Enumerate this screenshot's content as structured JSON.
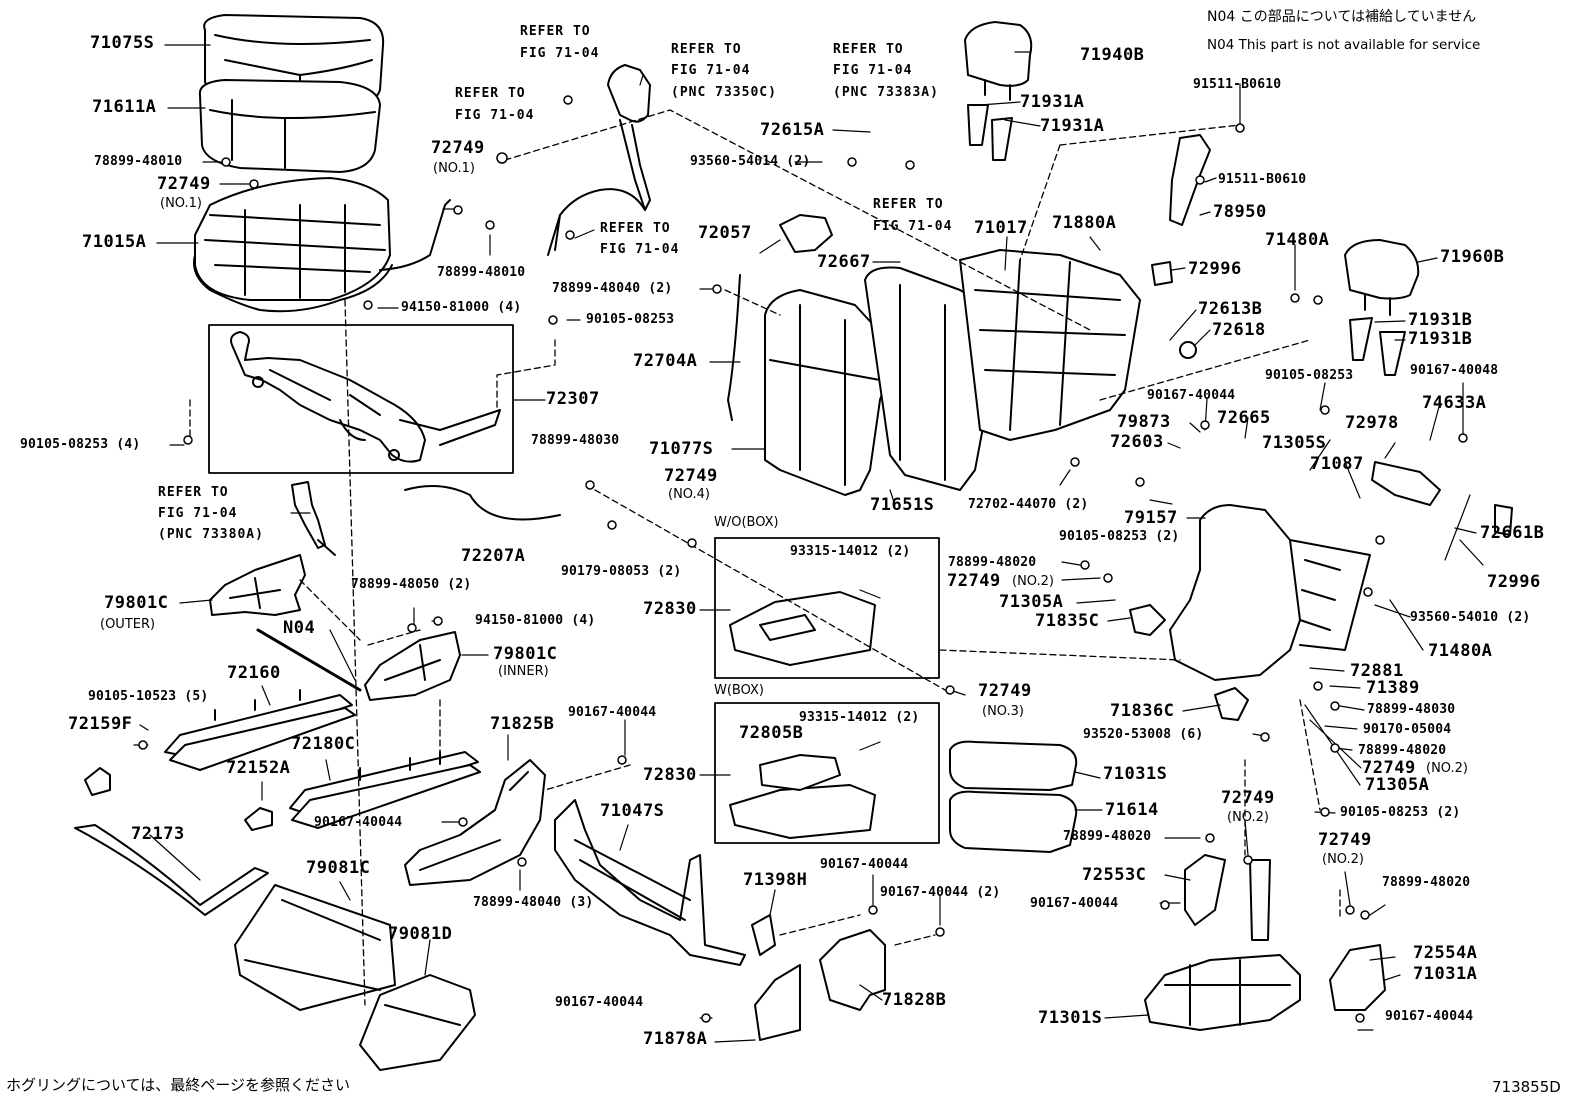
{
  "notes": {
    "n04_jp": "N04 この部品については補給していません",
    "n04_en": "N04 This part is not available for service",
    "footer_jp": "ホグリングについては、最終ページを参照ください",
    "figure_code": "713855D"
  },
  "refs": {
    "fig_top_a": [
      "REFER TO",
      "FIG 71-04"
    ],
    "fig_top_b": [
      "REFER TO",
      "FIG 71-04"
    ],
    "fig_belt": [
      "REFER TO",
      "FIG 71-04",
      "(PNC 73350C)"
    ],
    "fig_belt_low": [
      "REFER TO",
      "FIG 71-04"
    ],
    "fig_center": [
      "REFER TO",
      "FIG 71-04",
      "(PNC 73383A)"
    ],
    "fig_mid": [
      "REFER TO",
      "FIG 71-04"
    ],
    "fig_buckle": [
      "REFER TO",
      "FIG 71-04",
      "(PNC 73380A)"
    ]
  },
  "labels": {
    "p71075S": "71075S",
    "p71611A": "71611A",
    "p78899_48010_a": "78899-48010",
    "p72749_no1_a": "72749",
    "no1_a": "(NO.1)",
    "p71015A": "71015A",
    "p72749_no1_b": "72749",
    "no1_b": "(NO.1)",
    "p78899_48010_b": "78899-48010",
    "p94150_81000_a": "94150-81000 (4)",
    "p90105_08253_a": "90105-08253",
    "p72307": "72307",
    "p90105_08253_4": "90105-08253 (4)",
    "p79801C_outer": "79801C",
    "outer": "(OUTER)",
    "pN04": "N04",
    "p78899_48050": "78899-48050 (2)",
    "p94150_81000_b": "94150-81000 (4)",
    "p79801C_inner": "79801C",
    "inner": "(INNER)",
    "p72160": "72160",
    "p90105_10523": "90105-10523 (5)",
    "p72159F": "72159F",
    "p72180C": "72180C",
    "p72152A": "72152A",
    "p72173": "72173",
    "p79081C": "79081C",
    "p79081D": "79081D",
    "p72057": "72057",
    "p78899_48040_2": "78899-48040 (2)",
    "p72704A": "72704A",
    "p78899_48030_a": "78899-48030",
    "p72749_no4": "72749",
    "no4": "(NO.4)",
    "p72207A": "72207A",
    "p90179_08053": "90179-08053 (2)",
    "p71825B": "71825B",
    "p90167_40044_a": "90167-40044",
    "p90167_40044_b": "90167-40044",
    "p71047S": "71047S",
    "p78899_48040_3": "78899-48040 (3)",
    "p71398H": "71398H",
    "p90167_40044_c": "90167-40044",
    "p90167_40044_2": "90167-40044 (2)",
    "p90167_40044_d": "90167-40044",
    "p71878A": "71878A",
    "p71828B": "71828B",
    "p72615A": "72615A",
    "p93560_54014": "93560-54014 (2)",
    "p72667": "72667",
    "p71940B": "71940B",
    "p71931A_a": "71931A",
    "p71931A_b": "71931A",
    "p71017": "71017",
    "p71880A": "71880A",
    "p71077S": "71077S",
    "p71651S": "71651S",
    "p72702_44070": "72702-44070 (2)",
    "wo_box": "W/O(BOX)",
    "p93315_14012_a": "93315-14012 (2)",
    "p72830_a": "72830",
    "p72749_no3": "72749",
    "no3": "(NO.3)",
    "w_box": "W(BOX)",
    "p72805B": "72805B",
    "p93315_14012_b": "93315-14012 (2)",
    "p72830_b": "72830",
    "p91511_B0610_a": "91511-B0610",
    "p91511_B0610_b": "91511-B0610",
    "p78950": "78950",
    "p71480A_a": "71480A",
    "p72996_a": "72996",
    "p71960B": "71960B",
    "p72613B": "72613B",
    "p72618": "72618",
    "p71931B_a": "71931B",
    "p71931B_b": "71931B",
    "p90167_40044_e": "90167-40044",
    "p90105_08253_b": "90105-08253",
    "p90167_40048": "90167-40048",
    "p79873": "79873",
    "p72665": "72665",
    "p74633A": "74633A",
    "p72603": "72603",
    "p71305S": "71305S",
    "p72978": "72978",
    "p71087": "71087",
    "p79157": "79157",
    "p90105_08253_2a": "90105-08253 (2)",
    "p72661B": "72661B",
    "p72996_b": "72996",
    "p78899_48020_a": "78899-48020",
    "p72749_no2_a": "72749",
    "no2_a": "(NO.2)",
    "p71305A_a": "71305A",
    "p71835C": "71835C",
    "p93560_54010": "93560-54010 (2)",
    "p71480A_b": "71480A",
    "p72881": "72881",
    "p71389": "71389",
    "p78899_48030_b": "78899-48030",
    "p71836C": "71836C",
    "p90170_05004": "90170-05004",
    "p93520_53008": "93520-53008 (6)",
    "p78899_48020_b": "78899-48020",
    "p72749_no2_b": "72749",
    "no2_b": "(NO.2)",
    "p71305A_b": "71305A",
    "p90105_08253_2b": "90105-08253 (2)",
    "p71031S": "71031S",
    "p71614": "71614",
    "p72749_no2_c": "72749",
    "no2_c": "(NO.2)",
    "p78899_48020_c": "78899-48020",
    "p72553C": "72553C",
    "p90167_40044_f": "90167-40044",
    "p72749_no2_d": "72749",
    "no2_d": "(NO.2)",
    "p78899_48020_d": "78899-48020",
    "p72554A": "72554A",
    "p71031A": "71031A",
    "p71301S": "71301S",
    "p90167_40044_g": "90167-40044"
  }
}
